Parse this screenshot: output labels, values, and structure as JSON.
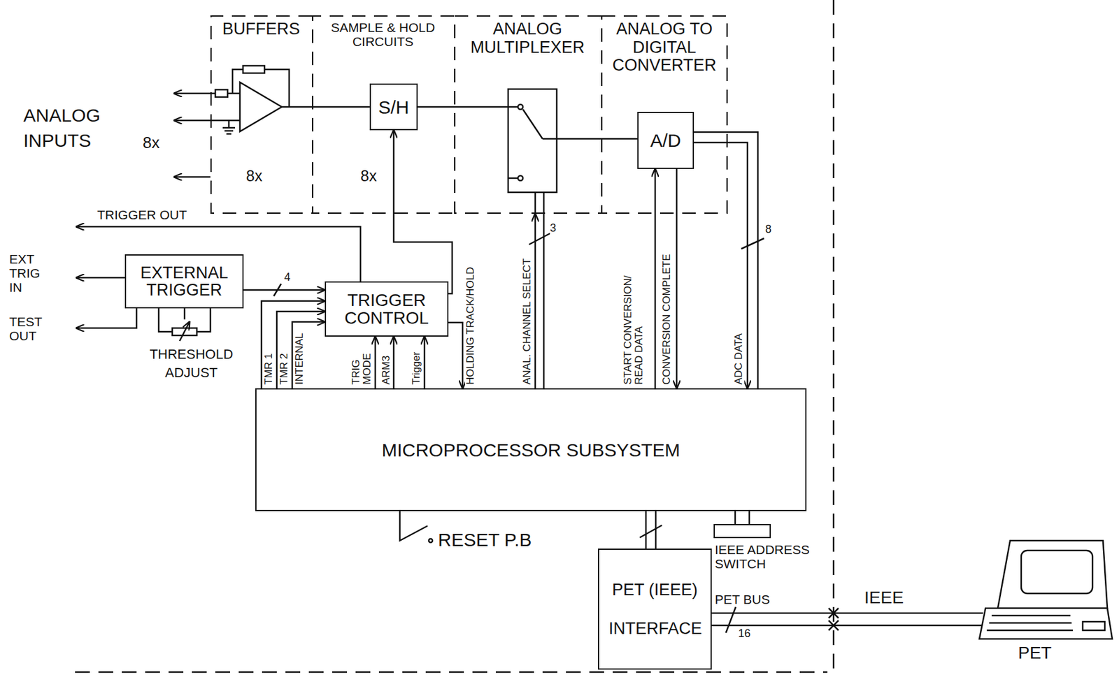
{
  "diagram": {
    "nodes": [
      {
        "text": [
          "BUFFERS",
          "8x"
        ]
      },
      {
        "text": [
          "SAMPLE & HOLD CIRCUITS",
          "8x"
        ]
      },
      {
        "text": [
          "ANALOG MULTIPLEXER"
        ]
      },
      {
        "text": [
          "ANALOG TO DIGITAL CONVERTER"
        ]
      },
      {
        "text": [
          "S/H"
        ],
        "in": 1
      },
      {
        "text": [
          "A/D"
        ],
        "in": 3
      },
      {
        "text": [
          "EXTERNAL TRIGGER"
        ]
      },
      {
        "text": [
          "TRIGGER CONTROL"
        ]
      },
      {
        "text": [
          "MICROPROCESSOR SUBSYSTEM"
        ]
      },
      {
        "text": [
          "PET (IEEE) INTERFACE"
        ]
      },
      {
        "text": [
          "IEEE ADDRESS SWITCH"
        ]
      }
    ],
    "edges": [
      {
        "from": 6,
        "to": 7,
        "label": "4",
        "arrow": "to"
      },
      {
        "from": 8,
        "to": 7,
        "label": "TMR 1",
        "arrow": "to"
      },
      {
        "from": 8,
        "to": 7,
        "label": "TMR 2",
        "arrow": "to"
      },
      {
        "from": 8,
        "to": 7,
        "label": "INTERNAL",
        "arrow": "to"
      },
      {
        "from": 8,
        "to": 7,
        "label": "TRIG MODE",
        "arrow": "to"
      },
      {
        "from": 8,
        "to": 7,
        "label": "ARM3",
        "arrow": "to"
      },
      {
        "from": 8,
        "to": 7,
        "label": "Trigger",
        "arrow": "to"
      },
      {
        "from": 7,
        "to": 4,
        "arrow": "to"
      },
      {
        "from": 7,
        "to": 8,
        "label": "HOLDING TRACK/HOLD",
        "arrow": "to"
      },
      {
        "from": 8,
        "to": 2,
        "label": "ANAL. CHANNEL SELECT",
        "arrow": "to"
      },
      {
        "from": 8,
        "to": 5,
        "label": "START CONVERSION/ READ DATA",
        "arrow": "to"
      },
      {
        "from": 5,
        "to": 8,
        "label": "CONVERSION COMPLETE",
        "arrow": "to"
      },
      {
        "from": 5,
        "to": 8,
        "label": "ADC DATA",
        "arrow": "to"
      },
      {
        "from": 8,
        "to": 9,
        "arrow": "none"
      },
      {
        "from": 10,
        "to": 8,
        "arrow": "none"
      }
    ],
    "labels": [
      "ANALOG INPUTS",
      "8x",
      "TRIGGER OUT",
      "EXT TRIG IN",
      "TEST OUT",
      "THRESHOLD ADJUST",
      "3",
      "8",
      "RESET P.B",
      "PET BUS",
      "16",
      "IEEE",
      "PET"
    ]
  }
}
